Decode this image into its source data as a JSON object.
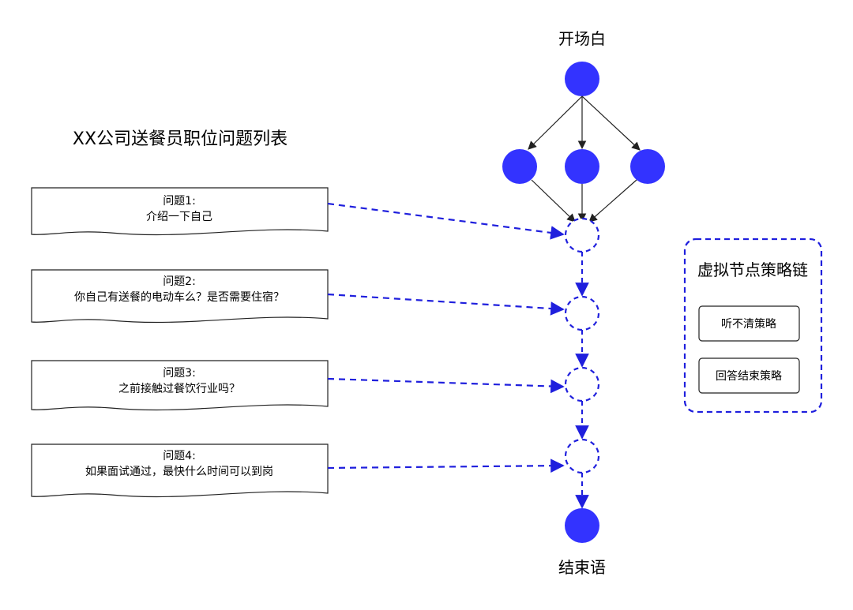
{
  "title": "XX公司送餐员职位问题列表",
  "start_label": "开场白",
  "end_label": "结束语",
  "questions": [
    {
      "heading": "问题1:",
      "text": "介绍一下自己"
    },
    {
      "heading": "问题2:",
      "text": "你自己有送餐的电动车么？是否需要住宿？"
    },
    {
      "heading": "问题3:",
      "text": "之前接触过餐饮行业吗？"
    },
    {
      "heading": "问题4:",
      "text": "如果面试通过，最快什么时间可以到岗"
    }
  ],
  "strategy_chain": {
    "title": "虚拟节点策略链",
    "items": [
      "听不清策略",
      "回答结束策略"
    ]
  },
  "colors": {
    "node_fill": "#3333ff",
    "dashed_stroke": "#1f1fdd",
    "solid_stroke": "#222222",
    "box_stroke": "#222222"
  }
}
